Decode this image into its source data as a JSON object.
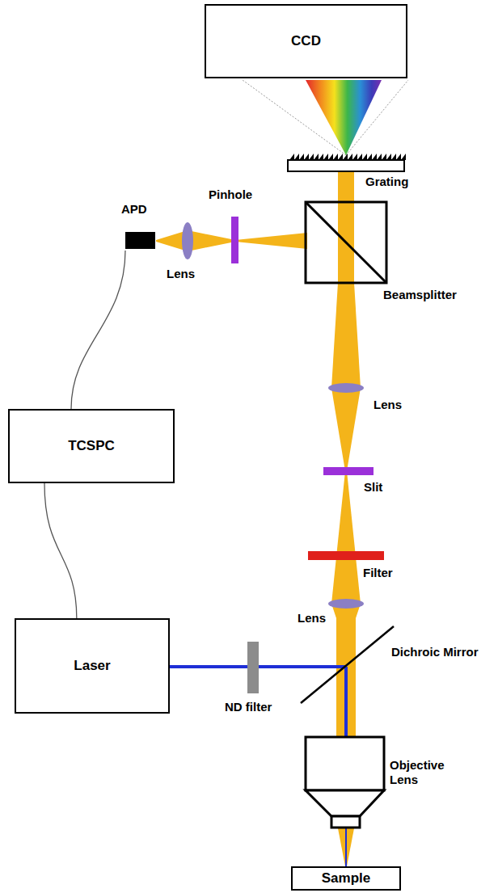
{
  "diagram": {
    "nodes": [
      {
        "text": [
          "CCD"
        ]
      },
      {
        "text": [
          "APD"
        ]
      },
      {
        "text": [
          "TCSPC"
        ]
      },
      {
        "text": [
          "Laser"
        ]
      },
      {
        "text": [
          "Sample"
        ]
      }
    ],
    "edges": [
      {
        "from": 1,
        "to": 2,
        "arrow": "none"
      },
      {
        "from": 2,
        "to": 3,
        "arrow": "none"
      }
    ],
    "labels": [
      "Grating",
      "Pinhole",
      "Lens",
      "Beamsplitter",
      "Lens",
      "Slit",
      "Filter",
      "Lens",
      "ND filter",
      "Dichroic Mirror",
      "Objective Lens"
    ]
  }
}
